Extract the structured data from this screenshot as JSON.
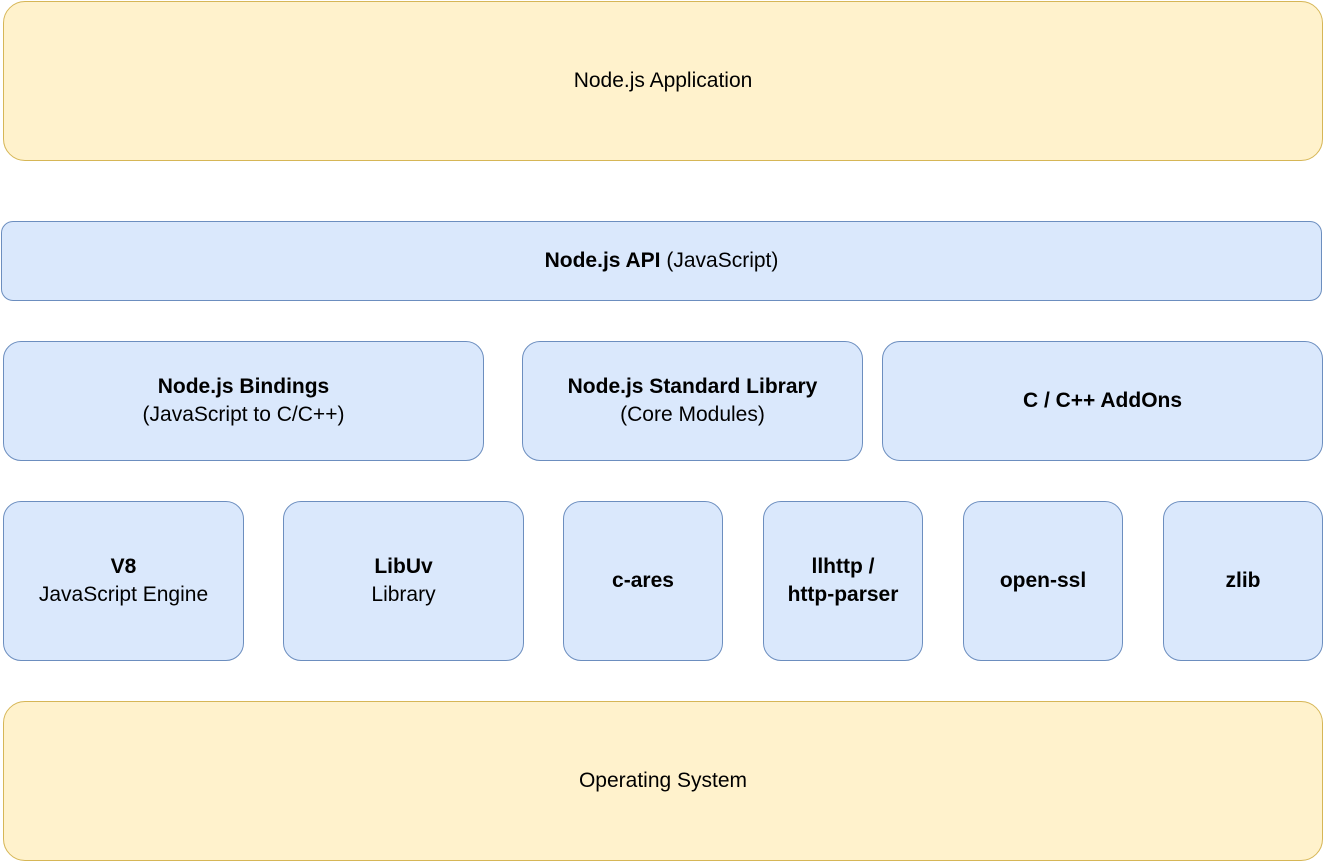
{
  "colors": {
    "yellow_fill": "#fff2cc",
    "yellow_stroke": "#d6b656",
    "blue_fill": "#dae8fc",
    "blue_stroke": "#6c8ebf"
  },
  "application": {
    "label": "Node.js Application"
  },
  "api": {
    "bold": "Node.js API",
    "normal": " (JavaScript)"
  },
  "bindings": {
    "title": "Node.js Bindings",
    "subtitle": "(JavaScript to C/C++)"
  },
  "stdlib": {
    "title": "Node.js Standard Library",
    "subtitle": "(Core Modules)"
  },
  "addons": {
    "title": "C / C++ AddOns"
  },
  "v8": {
    "title": "V8",
    "subtitle": "JavaScript Engine"
  },
  "libuv": {
    "title": "LibUv",
    "subtitle": "Library"
  },
  "cares": {
    "title": "c-ares"
  },
  "llhttp": {
    "line1": "llhttp /",
    "line2": "http-parser"
  },
  "openssl": {
    "title": "open-ssl"
  },
  "zlib": {
    "title": "zlib"
  },
  "os": {
    "label": "Operating System"
  }
}
